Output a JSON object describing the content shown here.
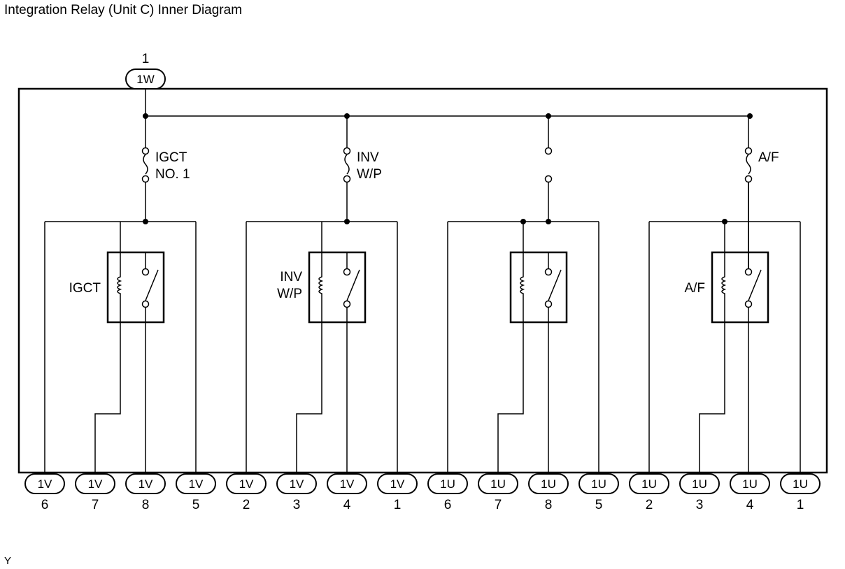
{
  "title": "Integration Relay (Unit C) Inner Diagram",
  "footer_code": "Y",
  "top_connector": {
    "code": "1W",
    "pin": "1"
  },
  "fuses": [
    "IGCT\nNO. 1",
    "INV\nW/P",
    "",
    "A/F"
  ],
  "relays": [
    "IGCT",
    "INV\nW/P",
    "",
    "A/F"
  ],
  "bottom_connectors": [
    {
      "code": "1V",
      "pin": "6"
    },
    {
      "code": "1V",
      "pin": "7"
    },
    {
      "code": "1V",
      "pin": "8"
    },
    {
      "code": "1V",
      "pin": "5"
    },
    {
      "code": "1V",
      "pin": "2"
    },
    {
      "code": "1V",
      "pin": "3"
    },
    {
      "code": "1V",
      "pin": "4"
    },
    {
      "code": "1V",
      "pin": "1"
    },
    {
      "code": "1U",
      "pin": "6"
    },
    {
      "code": "1U",
      "pin": "7"
    },
    {
      "code": "1U",
      "pin": "8"
    },
    {
      "code": "1U",
      "pin": "5"
    },
    {
      "code": "1U",
      "pin": "2"
    },
    {
      "code": "1U",
      "pin": "3"
    },
    {
      "code": "1U",
      "pin": "4"
    },
    {
      "code": "1U",
      "pin": "1"
    }
  ]
}
